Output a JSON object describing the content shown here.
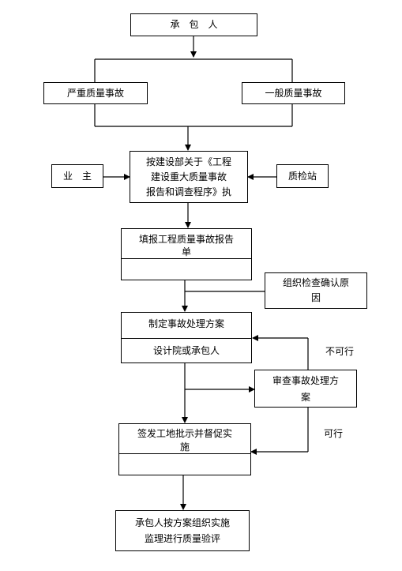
{
  "nodes": {
    "contractor": "承　包　人",
    "serious_accident": "严重质量事故",
    "general_accident": "一般质量事故",
    "regulation_line1": "按建设部关于《工程",
    "regulation_line2": "建设重大质量事故",
    "regulation_line3": "报告和调查程序》执",
    "owner": "业　主",
    "inspection_station": "质检站",
    "fill_report_line1": "填报工程质量事故报告",
    "fill_report_line2": "单",
    "organize_check_line1": "组织检查确认原",
    "organize_check_line2": "因",
    "make_plan": "制定事故处理方案",
    "design_institute": "设计院或承包人",
    "review_plan_line1": "审查事故处理方",
    "review_plan_line2": "案",
    "sign_issue_line1": "签发工地批示并督促实",
    "sign_issue_line2": "施",
    "implement_line1": "承包人按方案组织实施",
    "implement_line2": "监理进行质量验评"
  },
  "labels": {
    "not_feasible": "不可行",
    "feasible": "可行"
  }
}
